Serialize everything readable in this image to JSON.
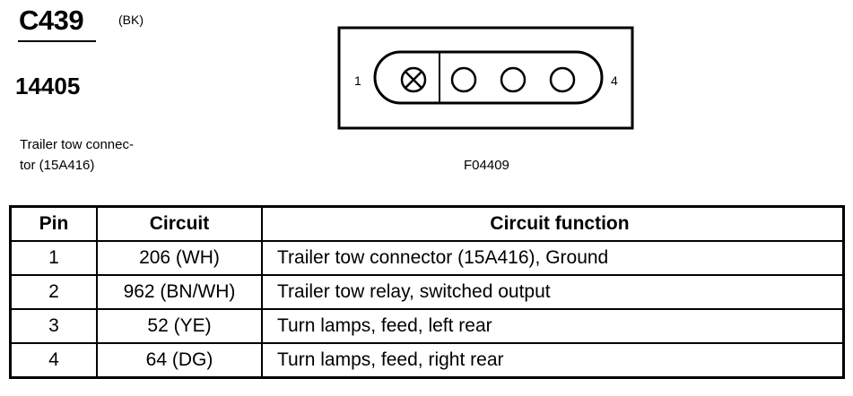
{
  "connector": {
    "id": "C439",
    "color_code": "(BK)",
    "part_number": "14405",
    "description_line1": "Trailer tow connec-",
    "description_line2": "tor (15A416)"
  },
  "diagram": {
    "pin_start_label": "1",
    "pin_end_label": "4",
    "figure_ref": "F04409"
  },
  "table": {
    "headers": [
      "Pin",
      "Circuit",
      "Circuit function"
    ],
    "rows": [
      {
        "pin": "1",
        "circuit": "206 (WH)",
        "function": "Trailer tow connector (15A416), Ground"
      },
      {
        "pin": "2",
        "circuit": "962 (BN/WH)",
        "function": "Trailer tow relay, switched output"
      },
      {
        "pin": "3",
        "circuit": "52 (YE)",
        "function": "Turn lamps, feed, left rear"
      },
      {
        "pin": "4",
        "circuit": "64 (DG)",
        "function": "Turn lamps, feed, right rear"
      }
    ]
  }
}
